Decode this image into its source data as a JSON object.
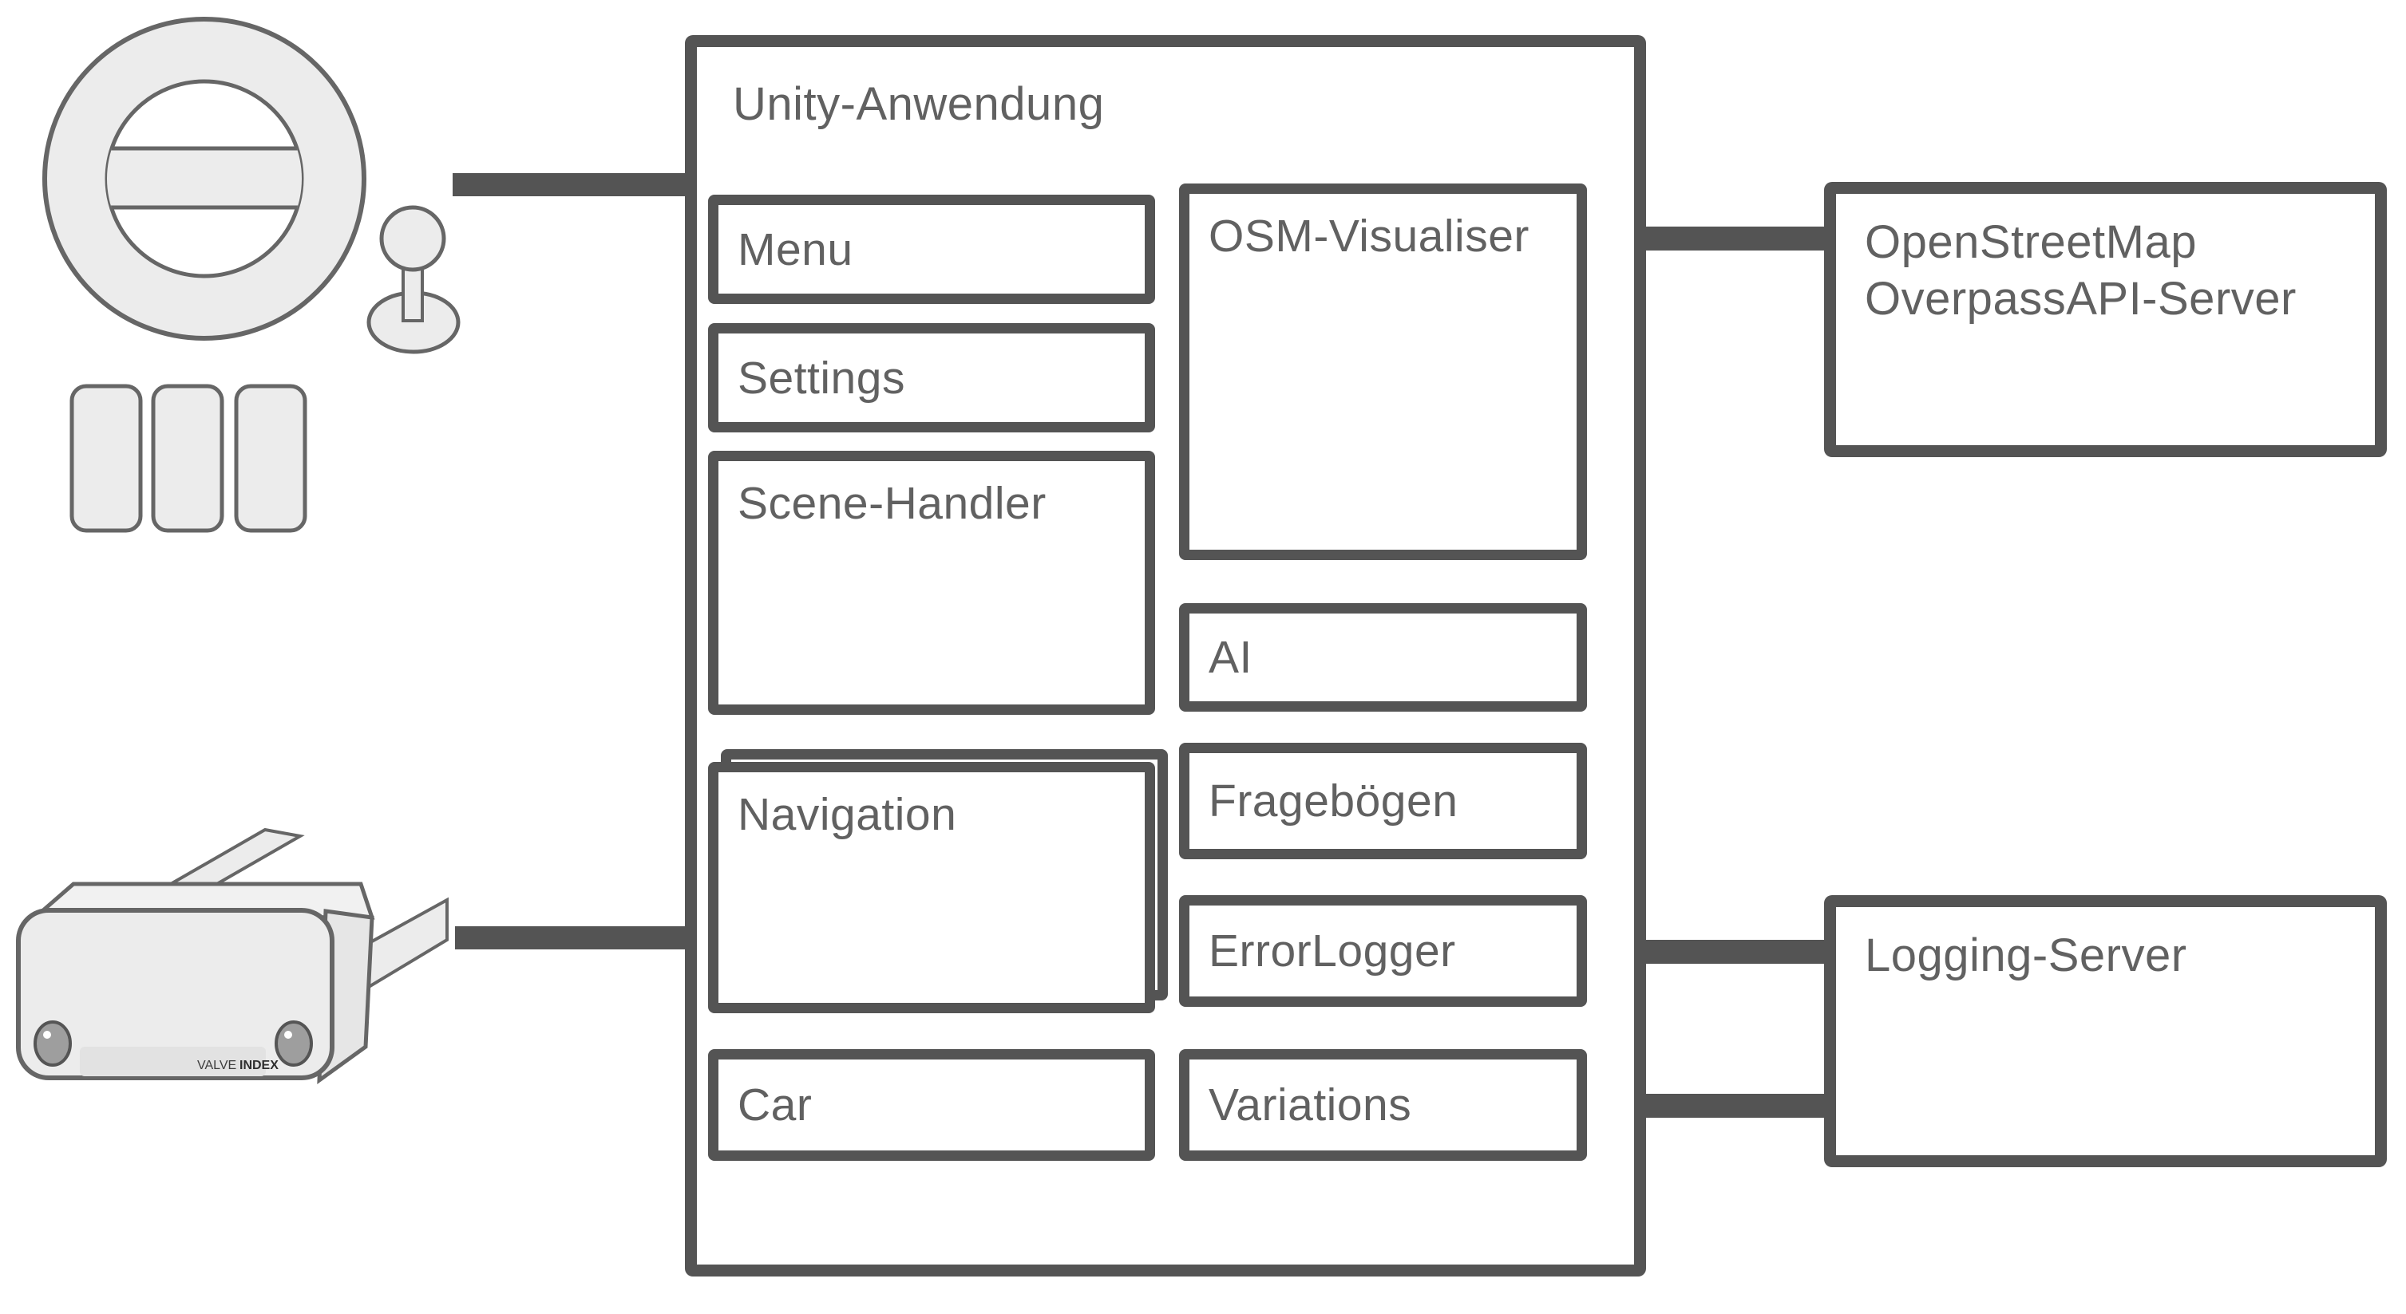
{
  "colors": {
    "border": "#545454",
    "text": "#616161",
    "connector": "#545454",
    "figure_fill": "#ececec",
    "figure_stroke": "#666666"
  },
  "unity_app": {
    "title": "Unity-Anwendung",
    "left_modules": [
      {
        "label": "Menu"
      },
      {
        "label": "Settings"
      },
      {
        "label": "Scene-Handler"
      },
      {
        "label": "Navigation",
        "stacked": true
      },
      {
        "label": "Car"
      }
    ],
    "right_modules": [
      {
        "label": "OSM-Visualiser"
      },
      {
        "label": "AI"
      },
      {
        "label": "Fragebögen"
      },
      {
        "label": "ErrorLogger"
      },
      {
        "label": "Variations"
      }
    ]
  },
  "external_servers": {
    "osm_overpass": {
      "line1": "OpenStreetMap",
      "line2": "OverpassAPI-Server"
    },
    "logging": {
      "label": "Logging-Server"
    }
  },
  "input_devices": {
    "vr_headset": {
      "brand": "VALVE",
      "model": "INDEX"
    }
  }
}
